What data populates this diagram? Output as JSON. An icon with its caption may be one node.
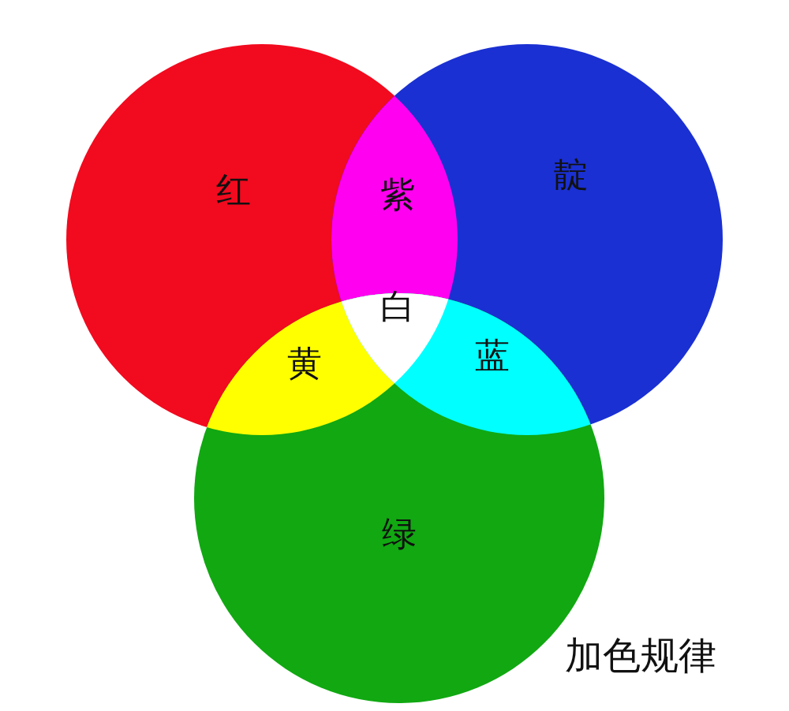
{
  "diagram": {
    "caption": "加色规律",
    "nodes": [
      {
        "text": [
          "红"
        ]
      },
      {
        "text": [
          "靛"
        ]
      },
      {
        "text": [
          "绿"
        ]
      }
    ],
    "labels": [
      "紫",
      "白",
      "黄",
      "蓝"
    ]
  }
}
